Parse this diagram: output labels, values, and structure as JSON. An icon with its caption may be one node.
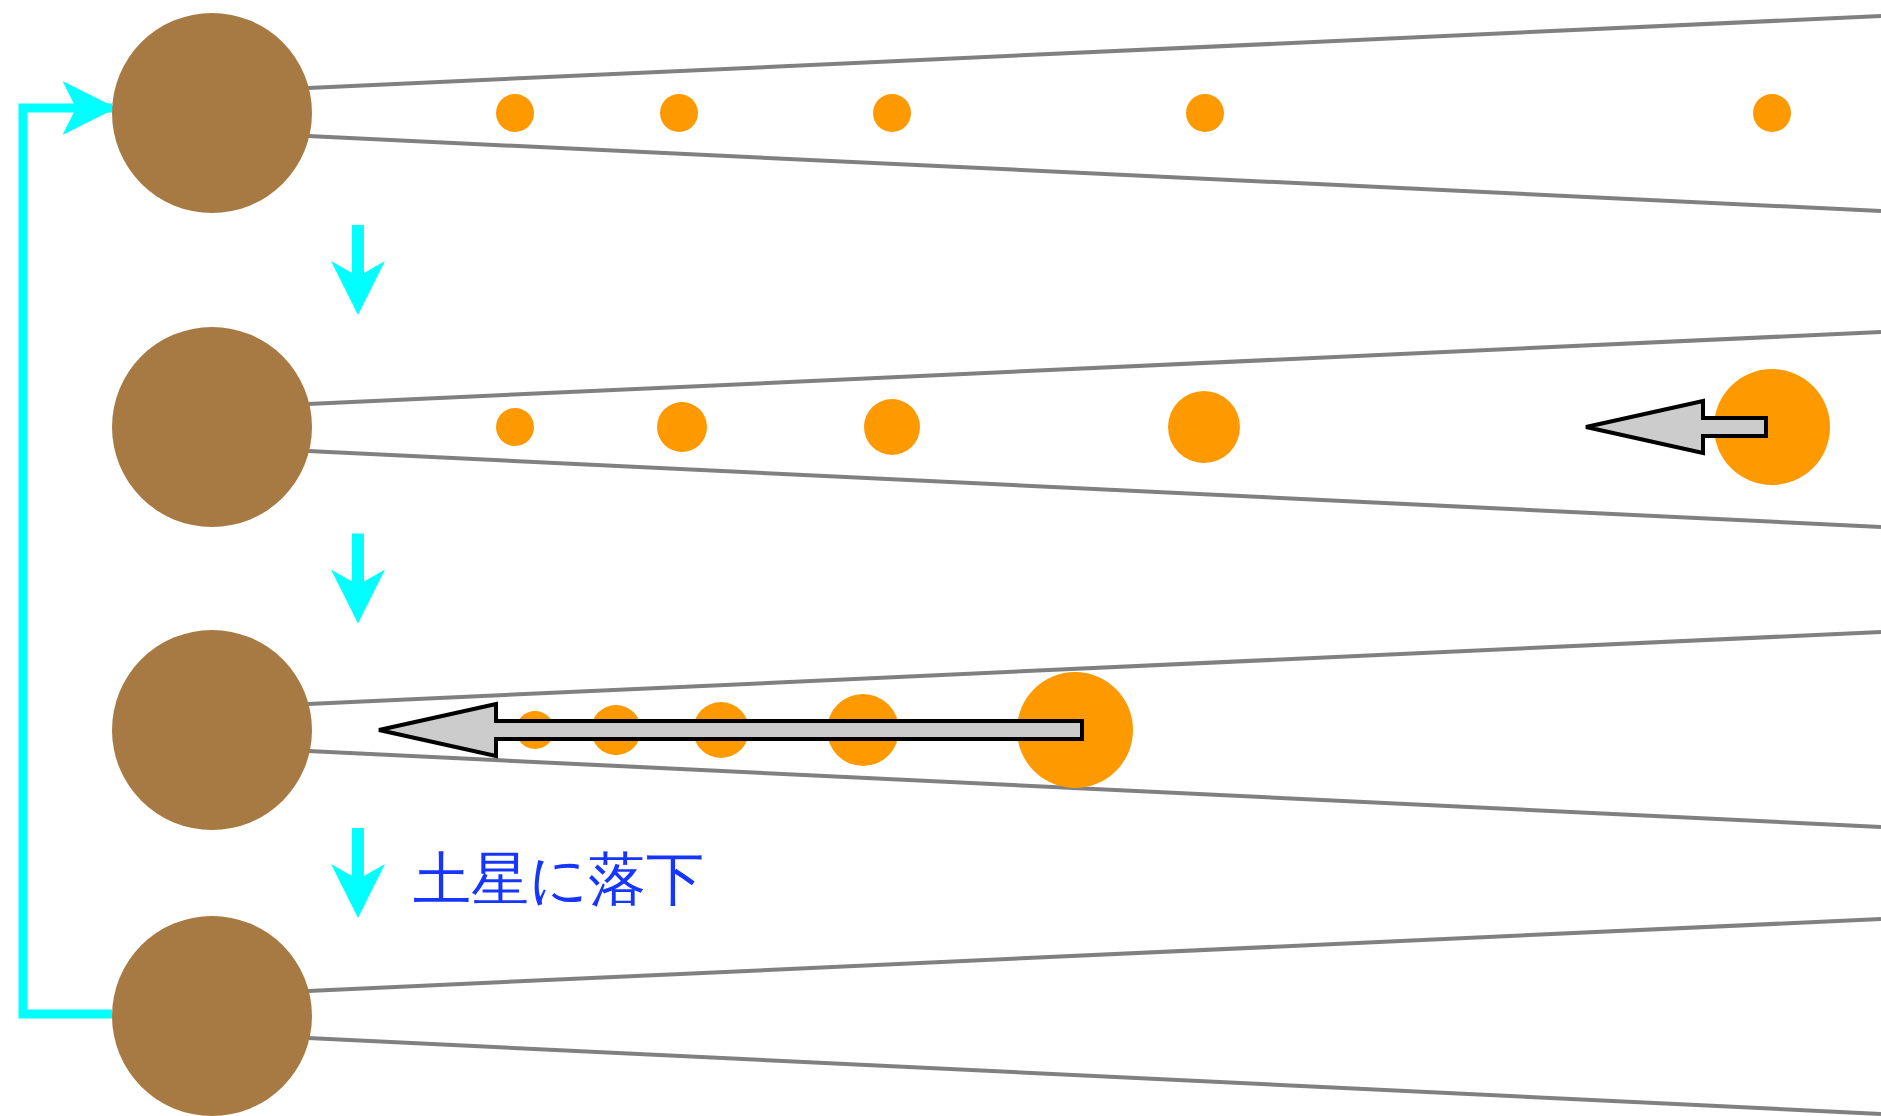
{
  "diagram": {
    "nodes": [
      {
        "text": [],
        "shape": "circle"
      },
      {
        "text": [],
        "shape": "circle"
      },
      {
        "text": [],
        "shape": "circle"
      },
      {
        "text": [],
        "shape": "circle"
      }
    ],
    "edges": [
      {
        "from": 0,
        "to": 1,
        "arrow": "to"
      },
      {
        "from": 1,
        "to": 2,
        "arrow": "to"
      },
      {
        "from": 2,
        "to": 3,
        "arrow": "to"
      },
      {
        "from": 3,
        "to": 0,
        "arrow": "to"
      }
    ],
    "labels": [
      "土星に落下"
    ]
  }
}
